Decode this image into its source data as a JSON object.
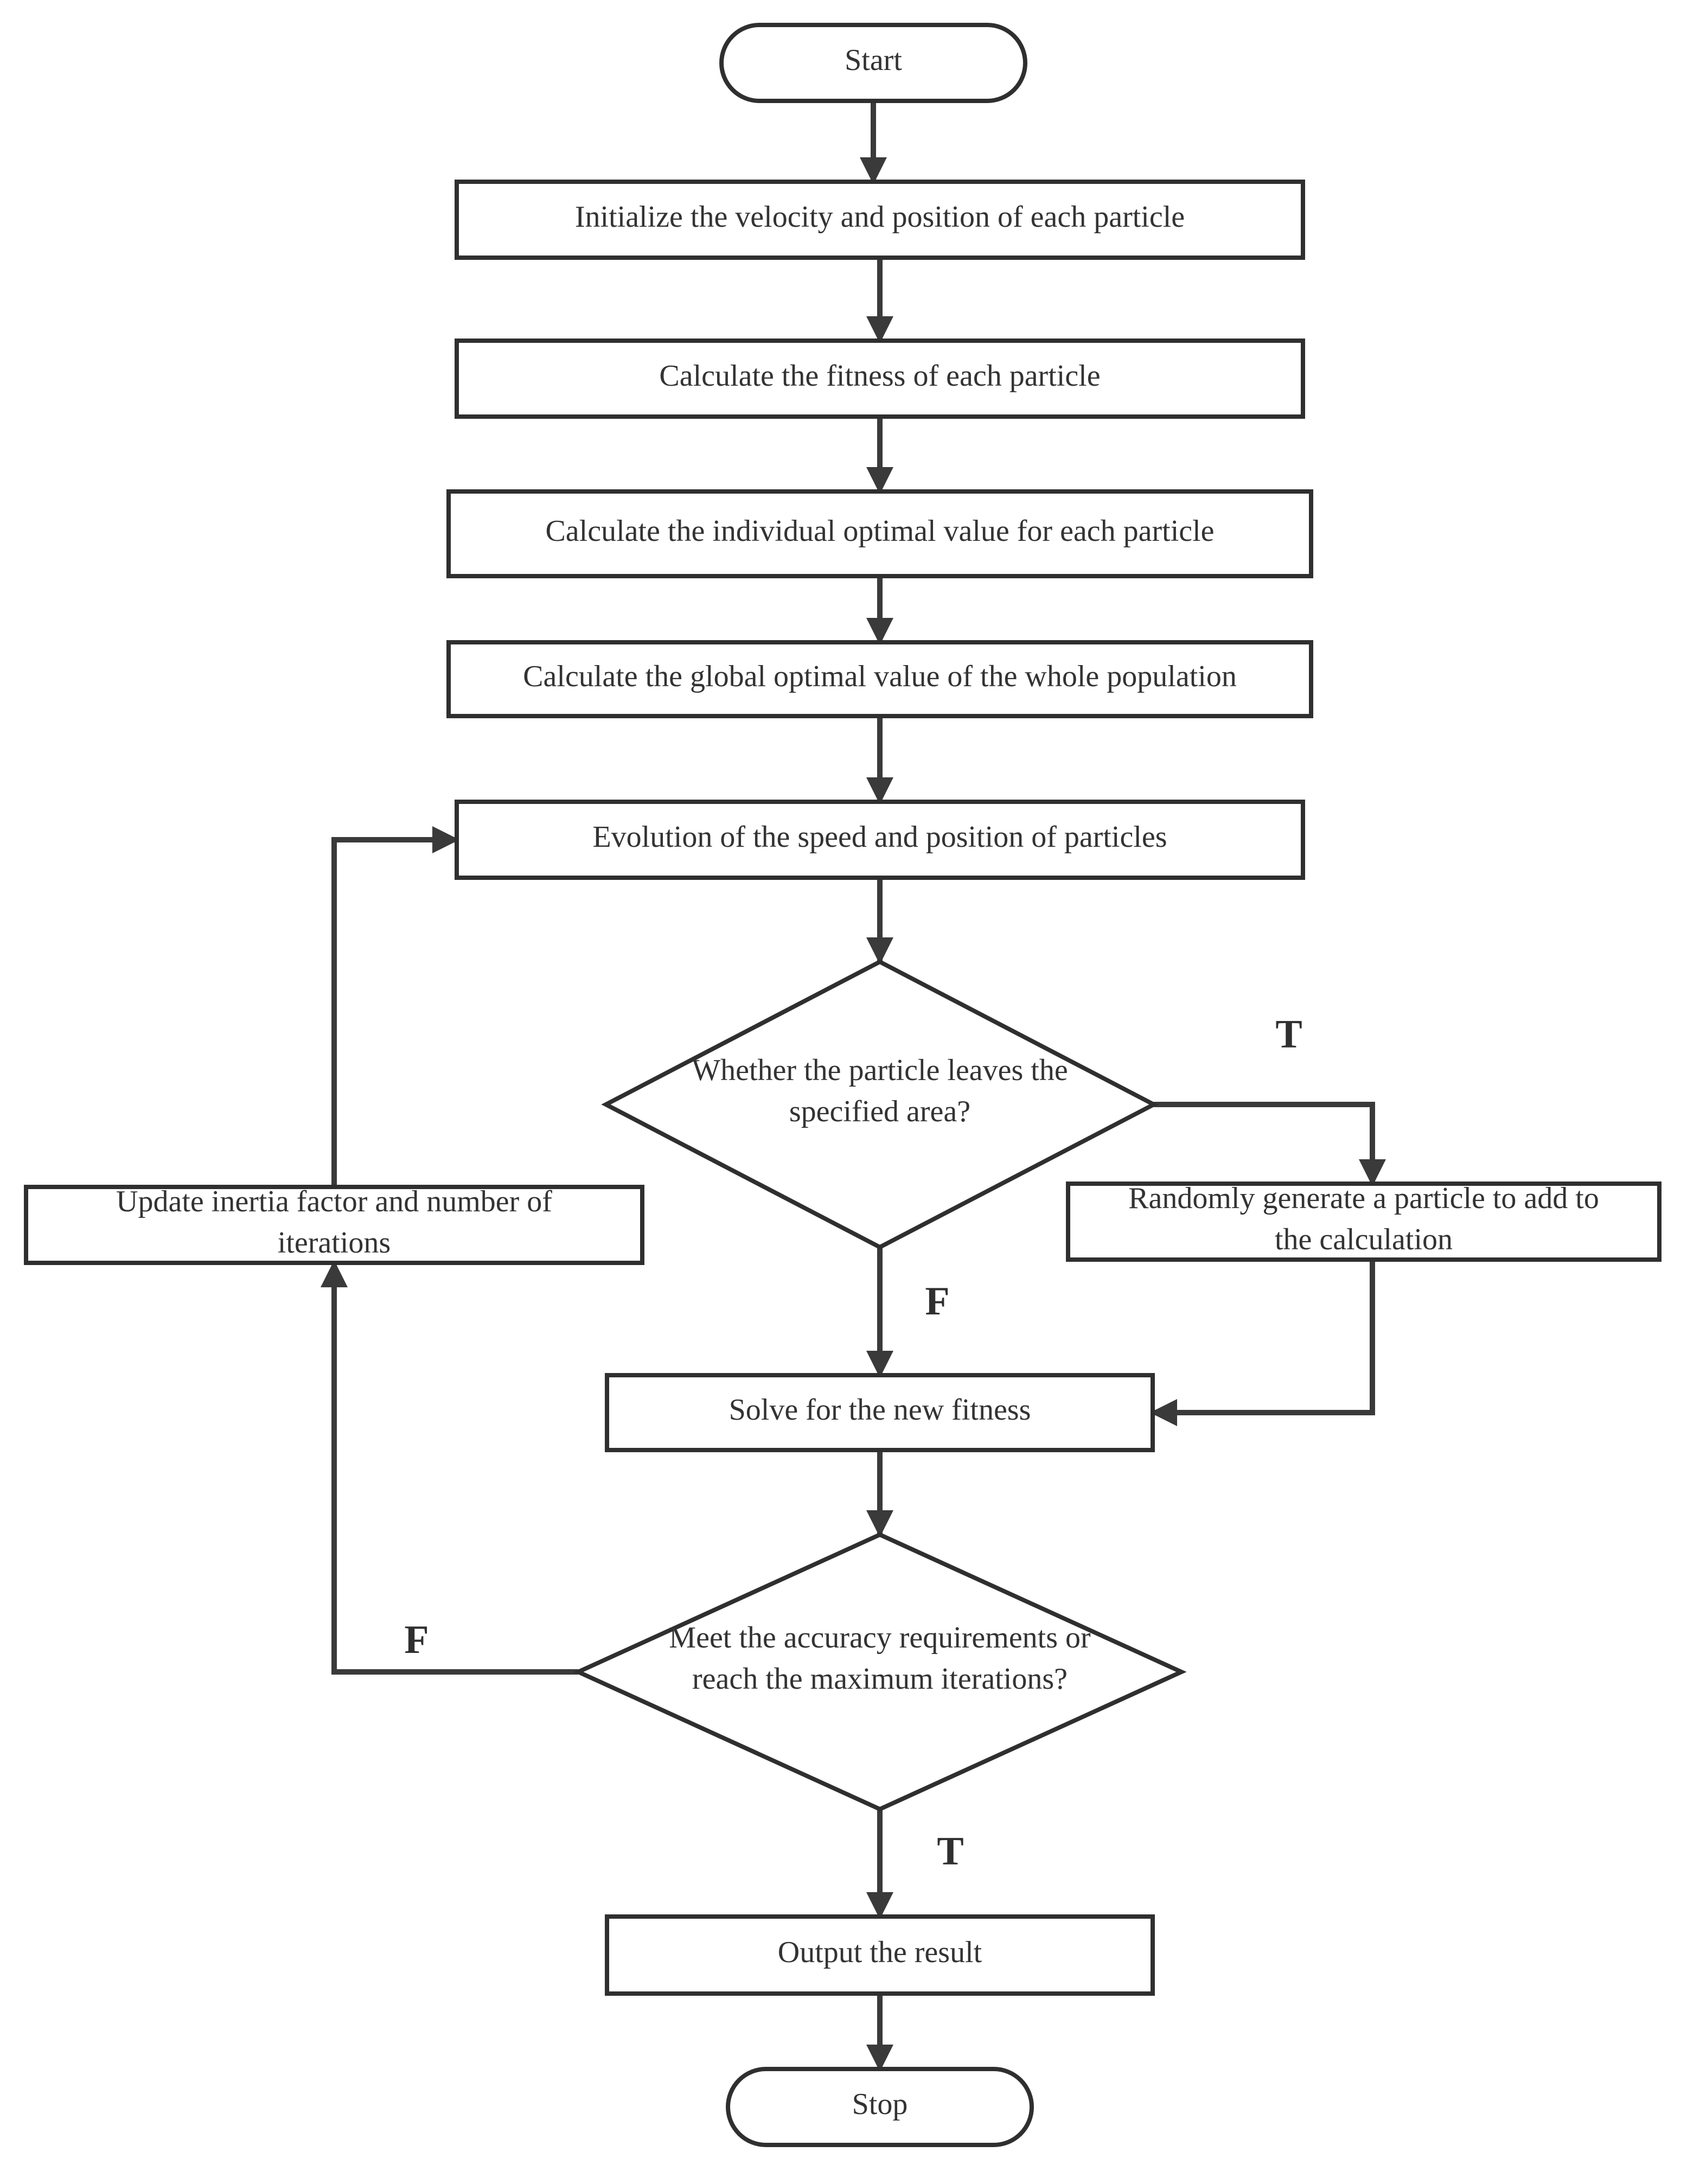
{
  "flowchart": {
    "nodes": {
      "start": {
        "shape": "terminal",
        "lines": [
          "Start"
        ]
      },
      "init": {
        "shape": "process",
        "lines": [
          "Initialize the velocity and position of each particle"
        ]
      },
      "fitness": {
        "shape": "process",
        "lines": [
          "Calculate the fitness of each particle"
        ]
      },
      "individual": {
        "shape": "process",
        "lines": [
          "Calculate the individual optimal value for each particle"
        ]
      },
      "global": {
        "shape": "process",
        "lines": [
          "Calculate the global optimal value of the whole population"
        ]
      },
      "evolution": {
        "shape": "process",
        "lines": [
          "Evolution of the speed and position of particles"
        ]
      },
      "leaves": {
        "shape": "decision",
        "lines": [
          "Whether the particle leaves the",
          "specified area?"
        ]
      },
      "random": {
        "shape": "process",
        "lines": [
          "Randomly generate a particle to add to",
          "the calculation"
        ]
      },
      "update": {
        "shape": "process",
        "lines": [
          "Update inertia factor and number of",
          "iterations"
        ]
      },
      "solve": {
        "shape": "process",
        "lines": [
          "Solve for the new fitness"
        ]
      },
      "meet": {
        "shape": "decision",
        "lines": [
          "Meet the accuracy requirements or",
          "reach the maximum iterations?"
        ]
      },
      "output": {
        "shape": "process",
        "lines": [
          "Output the result"
        ]
      },
      "stop": {
        "shape": "terminal",
        "lines": [
          "Stop"
        ]
      }
    },
    "edges": [
      {
        "from": "start",
        "to": "init"
      },
      {
        "from": "init",
        "to": "fitness"
      },
      {
        "from": "fitness",
        "to": "individual"
      },
      {
        "from": "individual",
        "to": "global"
      },
      {
        "from": "global",
        "to": "evolution"
      },
      {
        "from": "evolution",
        "to": "leaves"
      },
      {
        "from": "leaves",
        "to": "random",
        "label": "T"
      },
      {
        "from": "leaves",
        "to": "solve",
        "label": "F"
      },
      {
        "from": "random",
        "to": "solve"
      },
      {
        "from": "solve",
        "to": "meet"
      },
      {
        "from": "meet",
        "to": "update",
        "label": "F"
      },
      {
        "from": "update",
        "to": "evolution"
      },
      {
        "from": "meet",
        "to": "output",
        "label": "T"
      },
      {
        "from": "output",
        "to": "stop"
      }
    ]
  }
}
